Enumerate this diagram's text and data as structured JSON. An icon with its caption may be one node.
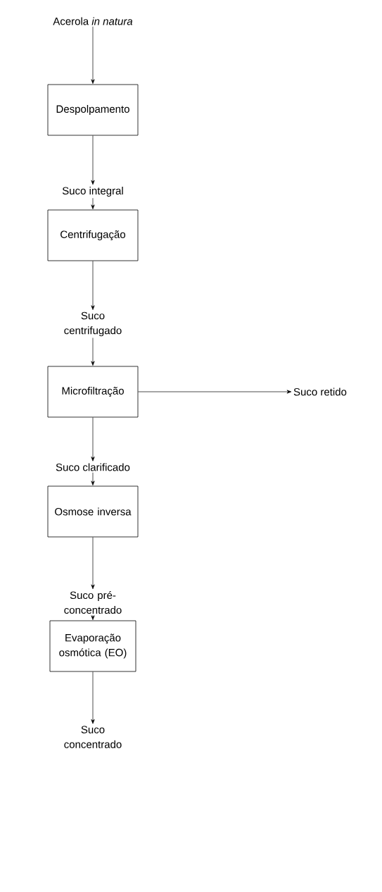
{
  "diagram": {
    "nodes": [
      {
        "text": [
          "Acerola *in natura*"
        ]
      },
      {
        "text": [
          "Despolpamento"
        ]
      },
      {
        "text": [
          "Suco integral"
        ]
      },
      {
        "text": [
          "Centrifugação"
        ]
      },
      {
        "text": [
          "Suco centrifugado"
        ]
      },
      {
        "text": [
          "Microfiltração"
        ]
      },
      {
        "text": [
          "Suco retido"
        ]
      },
      {
        "text": [
          "Suco clarificado"
        ]
      },
      {
        "text": [
          "Osmose inversa"
        ]
      },
      {
        "text": [
          "Suco pré-concentrado"
        ]
      },
      {
        "text": [
          "Evaporação osmótica (EO)"
        ]
      },
      {
        "text": [
          "Suco concentrado"
        ]
      }
    ],
    "edges": [
      {
        "from": 0,
        "to": 1,
        "arrow": "to"
      },
      {
        "from": 1,
        "to": 2,
        "arrow": "to"
      },
      {
        "from": 2,
        "to": 3,
        "arrow": "to"
      },
      {
        "from": 3,
        "to": 4,
        "arrow": "to"
      },
      {
        "from": 4,
        "to": 5,
        "arrow": "to"
      },
      {
        "from": 5,
        "to": 6,
        "arrow": "to"
      },
      {
        "from": 5,
        "to": 7,
        "arrow": "to"
      },
      {
        "from": 7,
        "to": 8,
        "arrow": "to"
      },
      {
        "from": 8,
        "to": 9,
        "arrow": "to"
      },
      {
        "from": 9,
        "to": 10,
        "arrow": "to"
      },
      {
        "from": 10,
        "to": 11,
        "arrow": "to"
      }
    ]
  }
}
